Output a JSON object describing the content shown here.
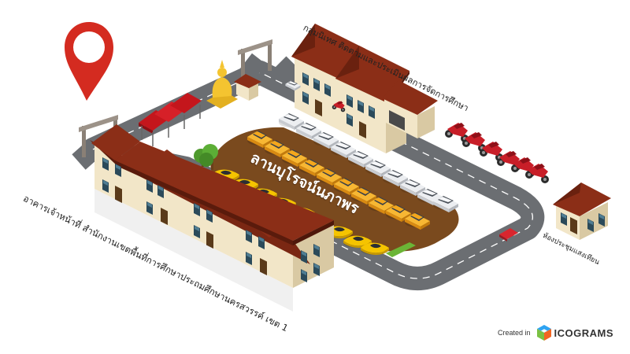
{
  "labels": {
    "top_building": "กลุ่มนิเทศ ติดตามและประเมินผลการจัดการศึกษา",
    "main_building": "อาคารเจ้าหน้าที่ สำนักงานเขตพื้นที่การศึกษาประถมศึกษานครสวรรค์ เขต 1",
    "meeting_room": "ห้องประชุมแสงเทียน",
    "parking_lot": "ลานบุโรจน์นภาพร"
  },
  "credit": {
    "prefix": "Created in",
    "brand": "ICOGRAMS"
  },
  "colors": {
    "road": "#6b6e72",
    "road_line": "#ffffff",
    "dirt": "#7a4a1e",
    "roof": "#8b2e17",
    "wall": "#f2e6c8",
    "pin": "#d42b20",
    "tent": "#c4161c",
    "taxi": "#f2a31a",
    "sports_car": "#f5c400",
    "suv": "#e8e9ec",
    "motorbike": "#c81e28",
    "statue": "#f4c430",
    "hedge": "#6bb536"
  },
  "icons": [
    "map-pin-icon",
    "buddha-statue-icon",
    "icograms-logo-icon"
  ]
}
